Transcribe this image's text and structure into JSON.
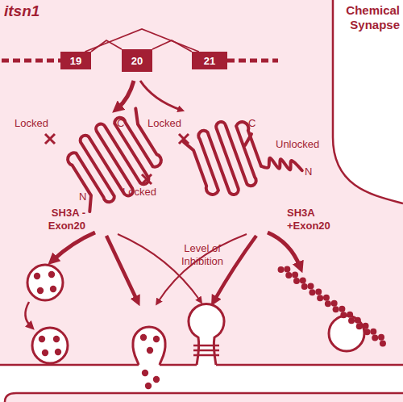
{
  "diagram": {
    "nodes": [
      {
        "text": [
          "19"
        ]
      },
      {
        "text": [
          "20"
        ]
      },
      {
        "text": [
          "21"
        ]
      }
    ],
    "edges": [
      {
        "from": 0,
        "to": 1,
        "arrow": "none"
      },
      {
        "from": 1,
        "to": 2,
        "arrow": "none"
      },
      {
        "from": 0,
        "to": 2,
        "arrow": "none"
      }
    ],
    "labels": [
      "itsn1",
      "Chemical Synapse",
      "C",
      "Locked",
      "Locked",
      "N",
      "SH3A -Exon20",
      "C",
      "Locked",
      "Unlocked",
      "N",
      "SH3A +Exon20",
      "Level of Inhibition"
    ]
  }
}
